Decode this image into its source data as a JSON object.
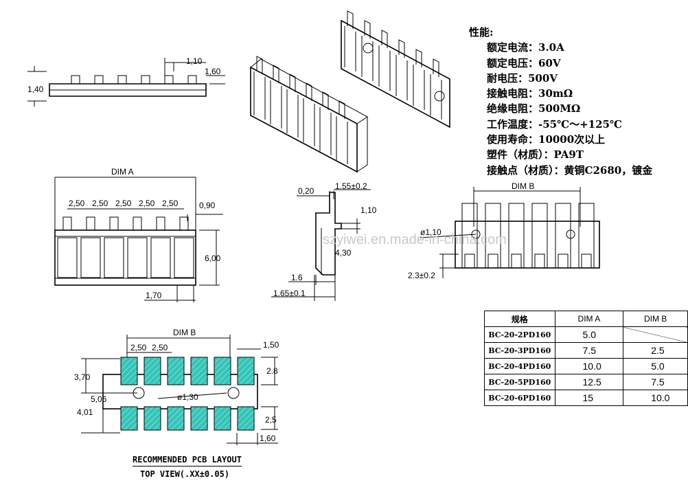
{
  "specs": {
    "heading": "性能:",
    "items": [
      "额定电流：3.0A",
      "额定电压：60V",
      "耐电压：500V",
      "接触电阻：30mΩ",
      "绝缘电阻：500MΩ",
      "工作温度：-55℃～+125℃",
      "使用寿命：10000次以上",
      "塑件（材质）：PA9T",
      "接触点（材质）：黄铜C2680，镀金"
    ]
  },
  "table": {
    "headers": [
      "规格",
      "DIM A",
      "DIM B"
    ],
    "rows": [
      {
        "model": "BC-20-2PD160",
        "dim_a": "5.0",
        "dim_b": ""
      },
      {
        "model": "BC-20-3PD160",
        "dim_a": "7.5",
        "dim_b": "2.5"
      },
      {
        "model": "BC-20-4PD160",
        "dim_a": "10.0",
        "dim_b": "5.0"
      },
      {
        "model": "BC-20-5PD160",
        "dim_a": "12.5",
        "dim_b": "7.5"
      },
      {
        "model": "BC-20-6PD160",
        "dim_a": "15",
        "dim_b": "10.0"
      }
    ]
  },
  "side_view": {
    "h1": "1,40",
    "d1": "1,10",
    "d2": "1,60"
  },
  "front_view": {
    "dim_a": "DIM A",
    "pitches": [
      "2,50",
      "2,50",
      "2,50",
      "2,50",
      "2,50"
    ],
    "gap": "0,90",
    "height": "6,00",
    "foot": "1,70"
  },
  "section_view": {
    "t1": "0,20",
    "t2": "1.55±0.2",
    "t3": "1,10",
    "t4": "4,30",
    "t5": "1.6",
    "t6": "1.65±0.1"
  },
  "top_view": {
    "dim_b": "DIM B",
    "hole": "ø1,10",
    "pin": "2.3±0.2"
  },
  "pcb": {
    "dim_b": "DIM B",
    "pitches": [
      "2,50",
      "2,50"
    ],
    "w": "1,50",
    "h1": "3,70",
    "h2": "5,06",
    "h3": "4,01",
    "pad1": "2.8",
    "pad2": "2,5",
    "hole": "ø1,30",
    "bottom": "1,60",
    "pad_color": "#35c4b7"
  },
  "watermark": "szyiwei.en.made-in-china.com",
  "footer": {
    "title": "RECOMMENDED PCB LAYOUT",
    "subtitle": "TOP VIEW(.XX±0.05)"
  }
}
